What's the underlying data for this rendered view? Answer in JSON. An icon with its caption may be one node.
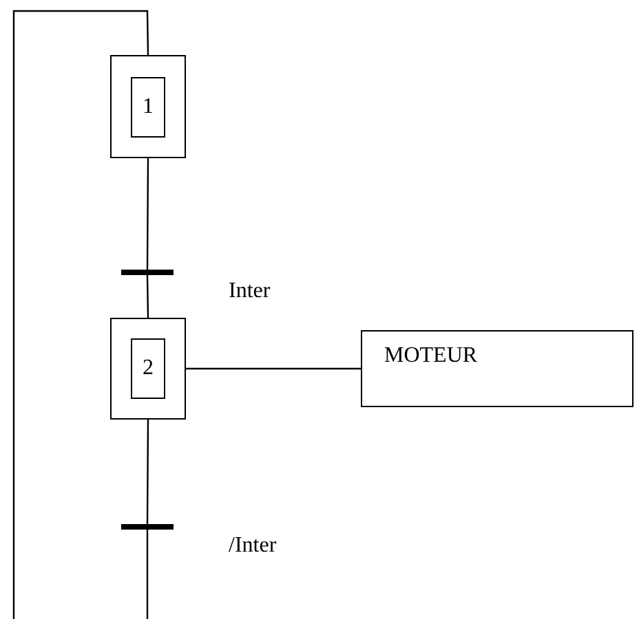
{
  "diagram": {
    "nodes": [
      {
        "text": [
          "1"
        ]
      },
      {
        "text": [],
        "shape": "bar",
        "beside": [
          "Inter"
        ]
      },
      {
        "text": [
          "2"
        ]
      },
      {
        "text": [
          "MOTEUR"
        ]
      },
      {
        "text": [],
        "shape": "bar",
        "beside": [
          "/Inter"
        ]
      }
    ],
    "edges": [
      {
        "from": null,
        "to": 0,
        "arrow": "none"
      },
      {
        "from": 0,
        "to": 1,
        "arrow": "none"
      },
      {
        "from": 1,
        "to": 2,
        "arrow": "none"
      },
      {
        "from": 2,
        "to": 3,
        "arrow": "none"
      },
      {
        "from": 2,
        "to": 4,
        "arrow": "none"
      },
      {
        "from": 4,
        "to": null,
        "arrow": "none"
      }
    ]
  }
}
